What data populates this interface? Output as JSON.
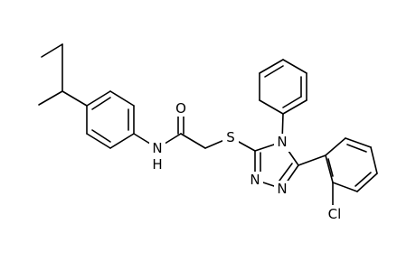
{
  "molecule": {
    "atoms": {
      "O": "O",
      "N_amide": "N",
      "H_amide": "H",
      "S": "S",
      "N4": "N",
      "N2": "N",
      "N1": "N",
      "Cl": "Cl"
    }
  }
}
